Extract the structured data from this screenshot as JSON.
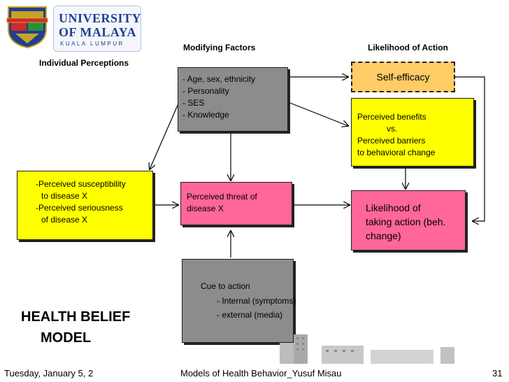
{
  "logo": {
    "line1": "UNIVERSITY",
    "line2": "OF MALAYA",
    "line3": "KUALA LUMPUR"
  },
  "headings": {
    "individual_perceptions": "Individual Perceptions",
    "modifying_factors": "Modifying Factors",
    "likelihood_of_action": "Likelihood of Action"
  },
  "boxes": {
    "demographics": [
      "-  Age, sex, ethnicity",
      "-  Personality",
      "-  SES",
      "-  Knowledge"
    ],
    "self_efficacy": "Self-efficacy",
    "benefits_barriers": [
      "Perceived benefits",
      "vs.",
      "Perceived barriers",
      "to behavioral change"
    ],
    "perceptions": [
      "-Perceived susceptibility",
      "to disease X",
      "-Perceived seriousness",
      "of disease X"
    ],
    "threat": [
      "Perceived threat of",
      "disease X"
    ],
    "likelihood": [
      "Likelihood of",
      "taking action (beh.",
      "change)"
    ],
    "cue": {
      "title": "Cue to action",
      "items": [
        "- Internal (symptoms)",
        "- external (media)"
      ]
    }
  },
  "model_title": [
    "HEALTH BELIEF",
    "MODEL"
  ],
  "footer": {
    "date": "Tuesday, January 5, 2",
    "subtitle": "Models of Health Behavior_Yusuf Misau",
    "page": "31"
  },
  "colors": {
    "gray_box": "#8c8c8c",
    "yellow_box": "#ffff00",
    "pink_box": "#ff6699",
    "self_efficacy_box": "#ffcc66",
    "logo_blue": "#1f3f8f"
  }
}
